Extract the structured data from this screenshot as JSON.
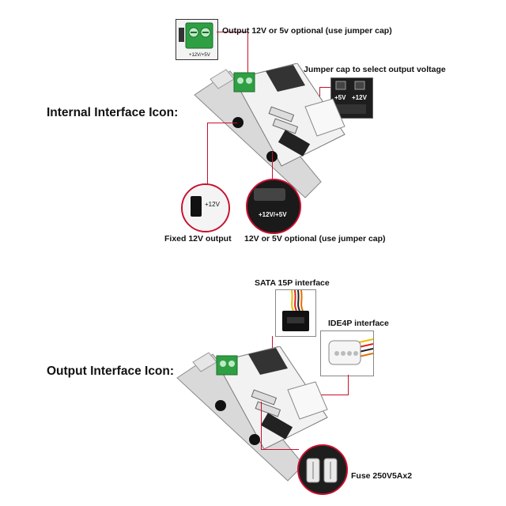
{
  "internal": {
    "heading": "Internal Interface Icon:",
    "callout_output_optional": "Output 12V or 5v optional (use jumper cap)",
    "callout_jumper": "Jumper cap to select output voltage",
    "thumb_terminal_text": "+12V/+5V",
    "thumb_jumper_5v": "+5V",
    "thumb_jumper_12v": "+12V",
    "thumb_fixed_text": "+12V",
    "thumb_optional_text": "+12V/+5V",
    "label_fixed": "Fixed 12V output",
    "label_optional": "12V or 5V optional (use jumper cap)"
  },
  "output": {
    "heading": "Output Interface Icon:",
    "label_sata": "SATA 15P interface",
    "label_ide": "IDE4P interface",
    "label_fuse": "Fuse 250V5Ax2"
  },
  "colors": {
    "leader": "#c8102e",
    "terminal_green": "#2ea043",
    "bracket": "#d9d9d9",
    "board": "#f2f2f2"
  }
}
